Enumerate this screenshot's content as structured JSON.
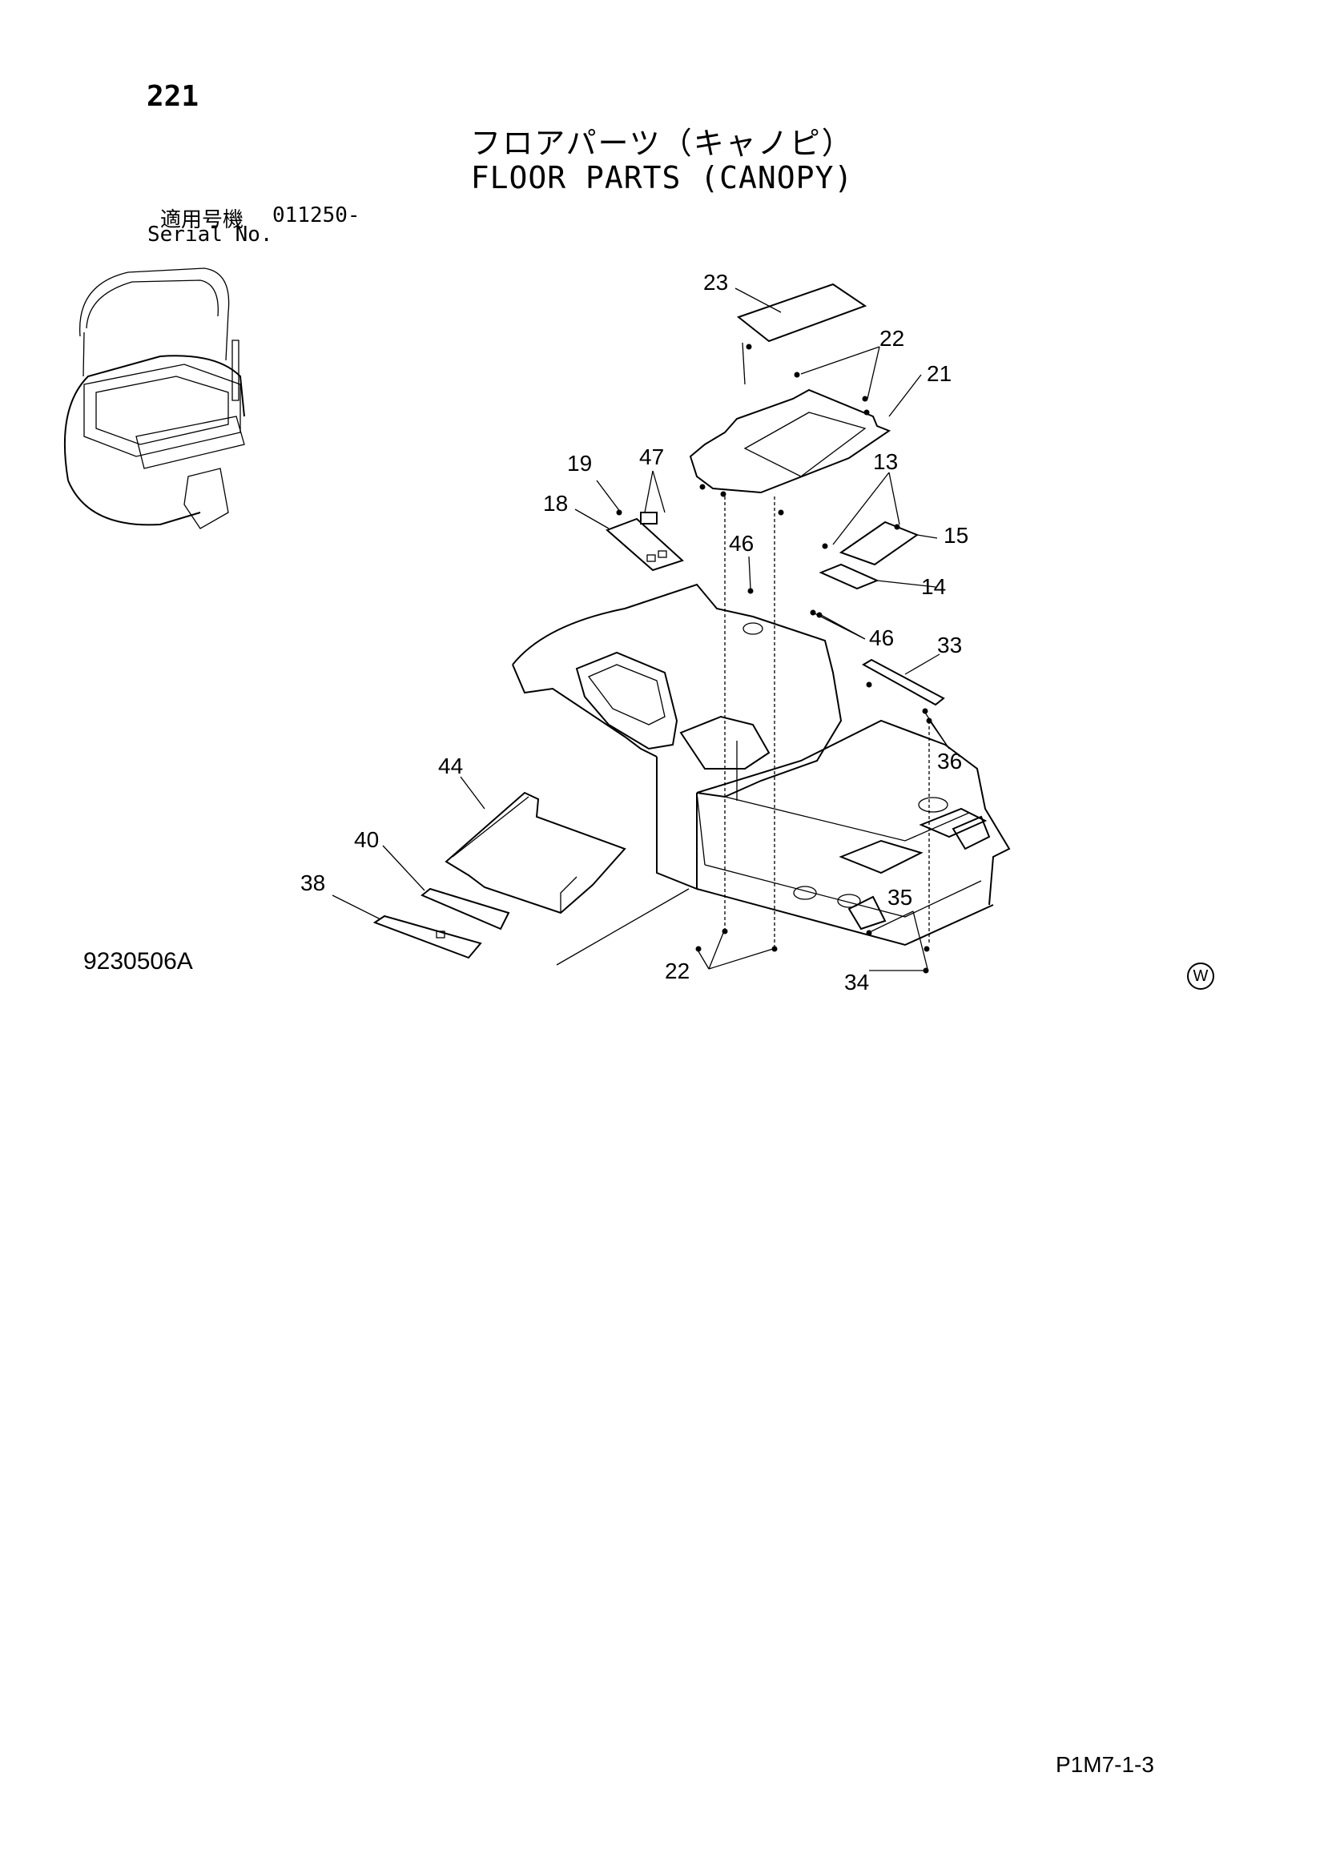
{
  "header": {
    "page_number": "221",
    "title_jp": "フロアパーツ（キャノピ）",
    "title_en": "FLOOR PARTS (CANOPY)",
    "serial_label_jp": "適用号機",
    "serial_value": "011250-",
    "serial_label_en": "Serial No."
  },
  "diagram": {
    "code": "9230506A",
    "mark": "W",
    "callouts": {
      "c23": "23",
      "c22a": "22",
      "c21": "21",
      "c19": "19",
      "c47": "47",
      "c18": "18",
      "c13": "13",
      "c46a": "46",
      "c15": "15",
      "c14": "14",
      "c46b": "46",
      "c33": "33",
      "c36": "36",
      "c44": "44",
      "c40": "40",
      "c38": "38",
      "c35": "35",
      "c22b": "22",
      "c34": "34"
    }
  },
  "footer": {
    "page_ref": "P1M7-1-3"
  }
}
